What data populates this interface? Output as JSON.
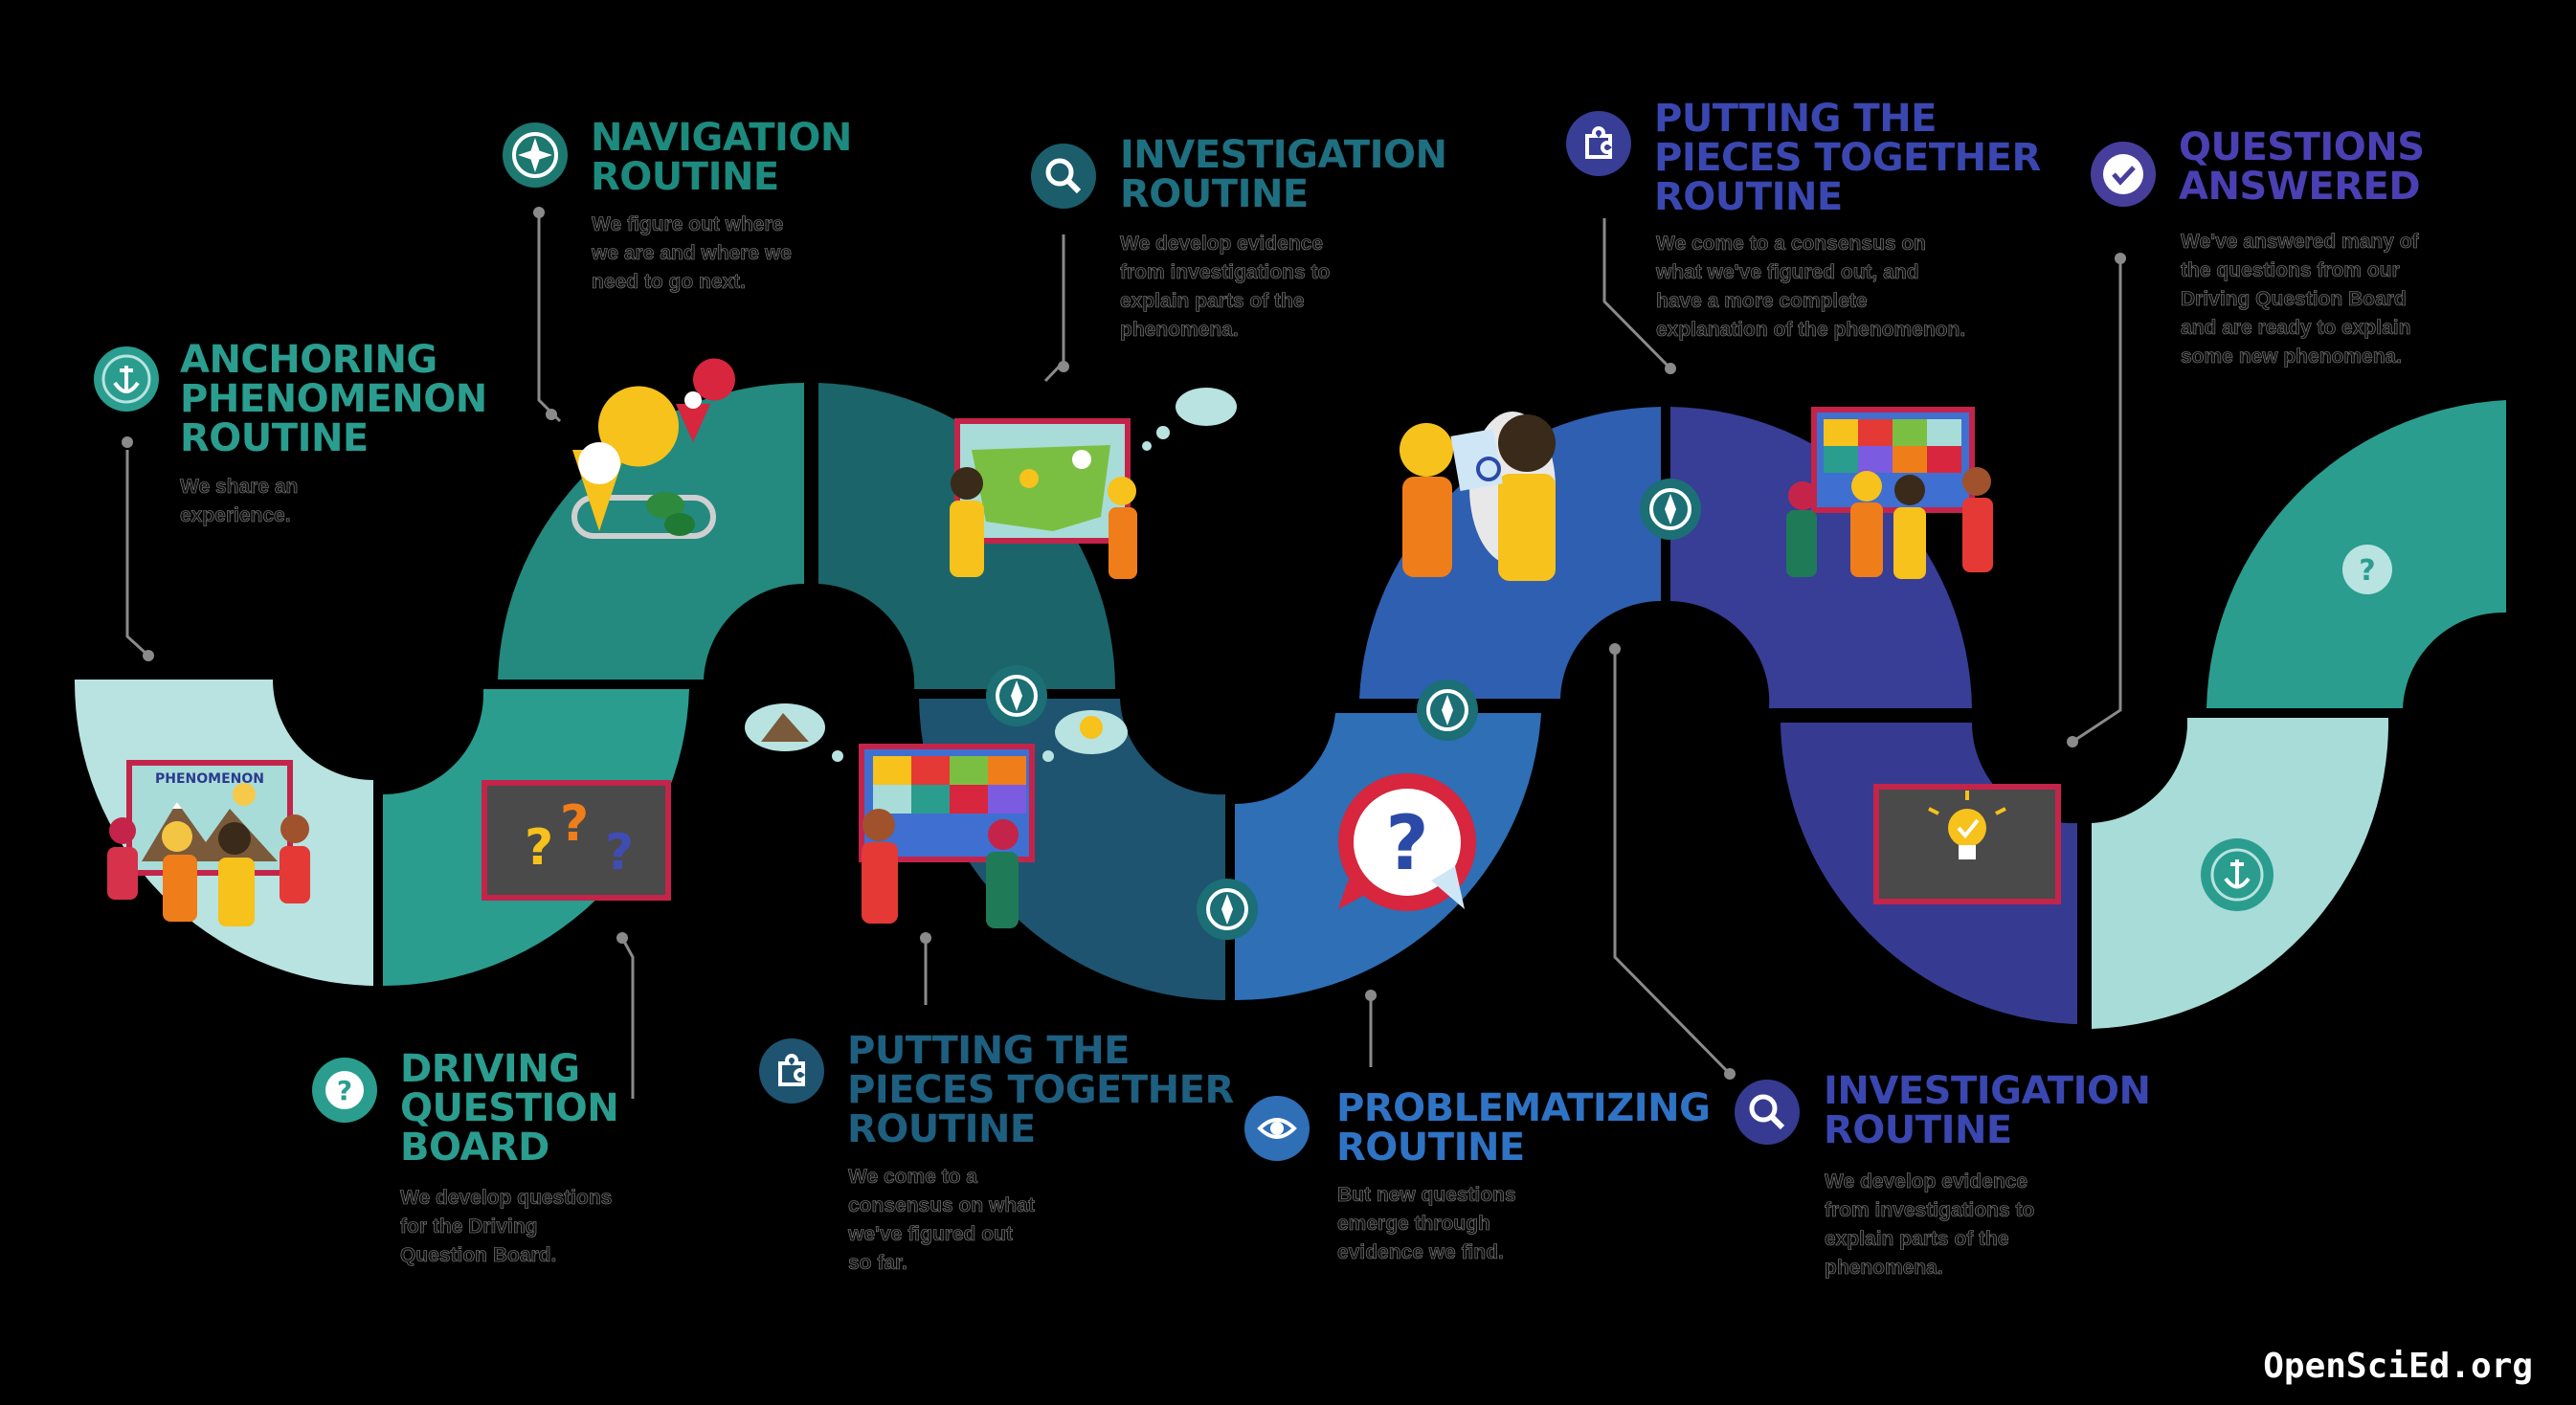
{
  "colors": {
    "anchoring": "#2a9d8f",
    "navigation": "#1d7870",
    "investigation1": "#1b5d6b",
    "putting1": "#1e5470",
    "problematizing": "#2e6fb6",
    "putting2": "#383d96",
    "investigation2": "#363b91",
    "answered": "#473e9b"
  },
  "steps": [
    {
      "key": "anchoring",
      "title": "ANCHORING\nPHENOMENON\nROUTINE",
      "desc": "We share an\nexperience.",
      "icon": "anchor-icon"
    },
    {
      "key": "navigation",
      "title": "NAVIGATION\nROUTINE",
      "desc": "We figure out where\nwe are and where we\nneed to go next.",
      "icon": "compass-icon"
    },
    {
      "key": "investigation1",
      "title": "INVESTIGATION\nROUTINE",
      "desc": "We develop evidence\nfrom investigations to\nexplain parts of the\nphenomena.",
      "icon": "magnifier-icon"
    },
    {
      "key": "putting2",
      "title": "PUTTING THE\nPIECES TOGETHER\nROUTINE",
      "desc": "We come to a consensus on\nwhat we've figured out, and\nhave a more complete\nexplanation of the phenomenon.",
      "icon": "puzzle-icon"
    },
    {
      "key": "answered",
      "title": "QUESTIONS\nANSWERED",
      "desc": "We've answered many of\nthe questions from our\nDriving Question Board\nand are ready to explain\nsome new phenomena.",
      "icon": "check-icon"
    },
    {
      "key": "dqb",
      "title": "DRIVING\nQUESTION\nBOARD",
      "desc": "We develop questions\nfor the Driving\nQuestion Board.",
      "icon": "question-icon"
    },
    {
      "key": "putting1",
      "title": "PUTTING THE\nPIECES TOGETHER\nROUTINE",
      "desc": "We come to a\nconsensus on what\nwe've figured out\nso far.",
      "icon": "puzzle-icon"
    },
    {
      "key": "problematizing",
      "title": "PROBLEMATIZING\nROUTINE",
      "desc": "But new questions\nemerge through\nevidence we find.",
      "icon": "eye-icon"
    },
    {
      "key": "investigation2",
      "title": "INVESTIGATION\nROUTINE",
      "desc": "We develop evidence\nfrom investigations to\nexplain parts of the\nphenomena.",
      "icon": "magnifier-icon"
    }
  ],
  "phenomenon_board_label": "PHENOMENON",
  "footer": "OpenSciEd.org"
}
